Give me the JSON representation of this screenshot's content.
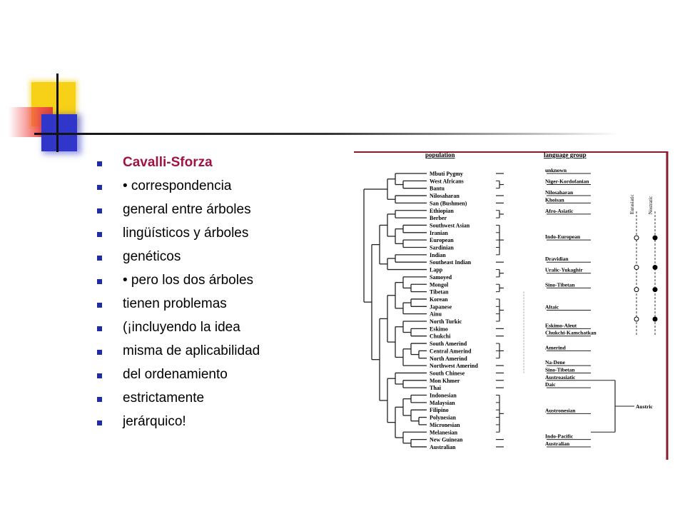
{
  "colors": {
    "accent_red": "#a01443",
    "bullet_blue": "#1f2ca8",
    "deco_yellow": "#f7d117",
    "deco_blue": "#2f36c9",
    "deco_red": "#e23333"
  },
  "bullets": [
    "Cavalli-Sforza",
    "• correspondencia",
    "general entre árboles",
    "lingüísticos y árboles",
    "genéticos",
    "• pero los dos árboles",
    "tienen problemas",
    "(¡incluyendo la idea",
    "misma de aplicabilidad",
    "del ordenamiento",
    "estrictamente",
    "jerárquico!"
  ],
  "figure": {
    "header_population": "population",
    "header_language": "language group",
    "populations": [
      "Mbuti Pygmy",
      "West Africans",
      "Bantu",
      "Nilosaharan",
      "San (Bushmen)",
      "Ethiopian",
      "Berber",
      "Southwest Asian",
      "Iranian",
      "European",
      "Sardinian",
      "Indian",
      "Southeast Indian",
      "Lapp",
      "Samoyed",
      "Mongol",
      "Tibetan",
      "Korean",
      "Japanese",
      "Ainu",
      "North Turkic",
      "Eskimo",
      "Chukchi",
      "South Amerind",
      "Central Amerind",
      "North Amerind",
      "Northwest Amerind",
      "South Chinese",
      "Mon Khmer",
      "Thai",
      "Indonesian",
      "Malaysian",
      "Filipino",
      "Polynesian",
      "Micronesian",
      "Melanesian",
      "New Guinean",
      "Australian"
    ],
    "language_groups": [
      "unknown",
      "Niger-Kordofanian",
      "Nilosaharan",
      "Khoisan",
      "Afro-Asiatic",
      "Indo-European",
      "Dravidian",
      "Uralic-Yukaghir",
      "Sino-Tibetan",
      "Altaic",
      "Eskimo-Aleut",
      "Chukchi-Kamchatkan",
      "Amerind",
      "Na-Dene",
      "Sino-Tibetan",
      "Austroasiatic",
      "Daic",
      "Austronesian",
      "Indo-Pacific",
      "Australian"
    ],
    "superfamily_right": "Austric",
    "vertical_labels": [
      "Eurasiatic",
      "Nostratic"
    ]
  }
}
